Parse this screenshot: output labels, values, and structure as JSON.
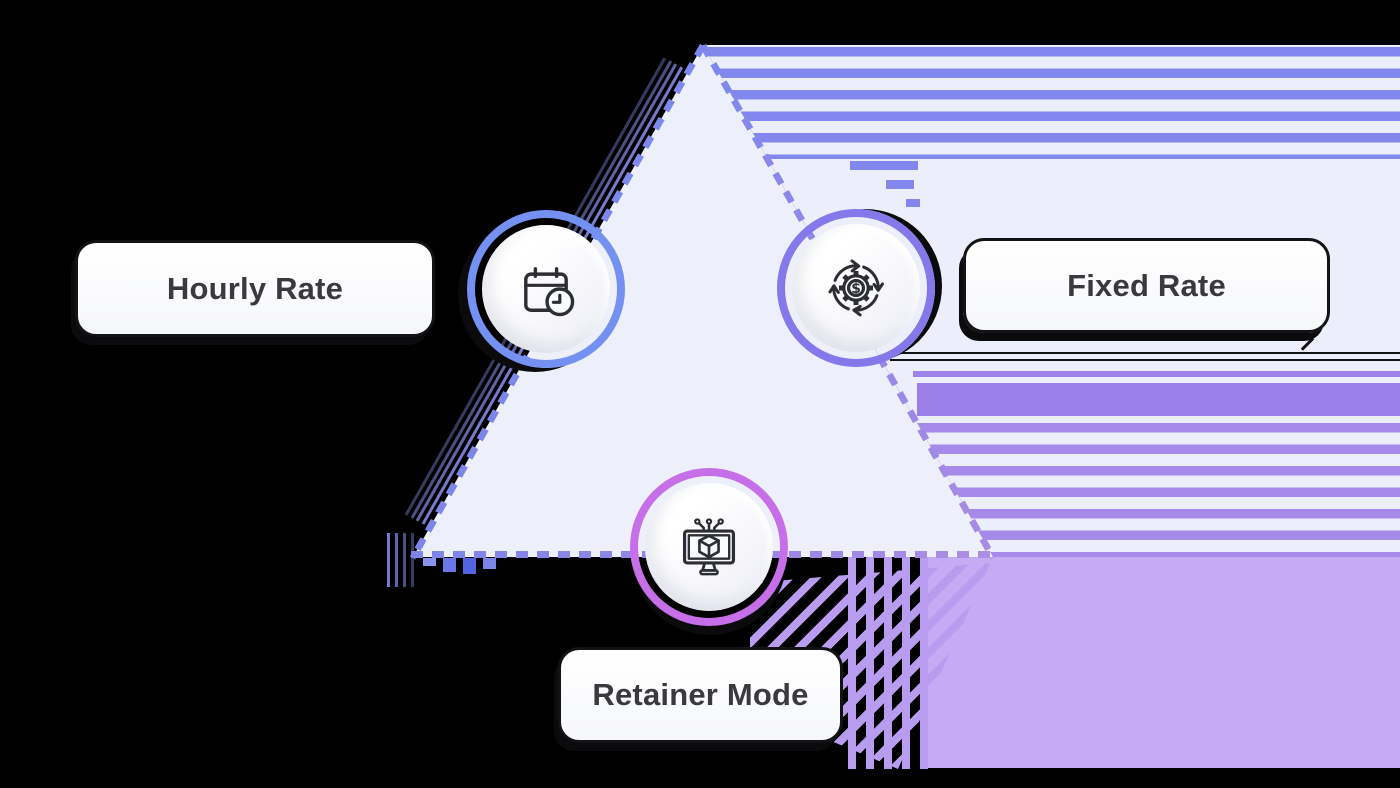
{
  "diagram": {
    "type": "pricing-models-triangle-infographic",
    "nodes": [
      {
        "id": "hourly-rate",
        "label": "Hourly Rate",
        "ring_color": "#7491F2",
        "icon": "calendar-clock-icon",
        "position": "left"
      },
      {
        "id": "fixed-rate",
        "label": "Fixed Rate",
        "ring_color": "#8478EA",
        "icon": "gear-dollar-cycle-icon",
        "position": "right"
      },
      {
        "id": "retainer-mode",
        "label": "Retainer Mode",
        "ring_color": "#C66FE9",
        "icon": "monitor-cube-antenna-icon",
        "position": "bottom"
      }
    ],
    "colors": {
      "background": "#000000",
      "triangle_fill": "#EDF0FB",
      "panel_fill": "#ECEFFB",
      "stripe_blue": "#8187ED",
      "stripe_purple": "#A68AEA",
      "band_purple": "#9B7FE9",
      "block_purple": "#C5AAF4",
      "fan_purple": "#B89CF0",
      "dash_blue": "#7B86E8",
      "dash_purple": "#AC8FE4",
      "pill_border": "#131316",
      "pill_text": "#3A3A3E",
      "icon_stroke": "#2D2E33"
    }
  }
}
